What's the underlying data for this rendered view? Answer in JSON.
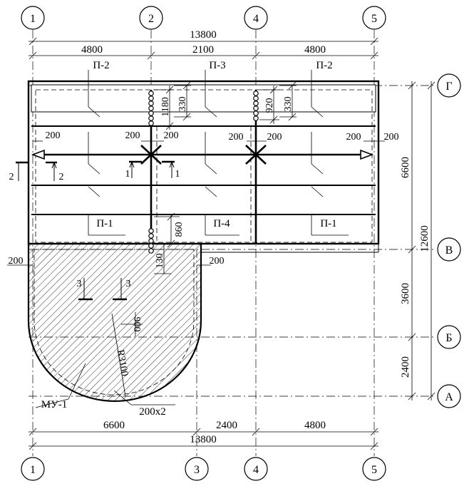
{
  "axes": {
    "top": [
      "1",
      "2",
      "4",
      "5"
    ],
    "bottom": [
      "1",
      "3",
      "4",
      "5"
    ],
    "right": [
      "Г",
      "В",
      "Б",
      "А"
    ]
  },
  "dims_top": {
    "overall": "13800",
    "spans": [
      "4800",
      "2100",
      "4800"
    ]
  },
  "dims_bottom": {
    "spans": [
      "6600",
      "2400",
      "4800"
    ],
    "overall": "13800"
  },
  "dims_right": {
    "upper": "6600",
    "lower_1": "3600",
    "lower_2": "2400",
    "overall": "12600"
  },
  "panels": {
    "top_left": "П-2",
    "top_mid": "П-3",
    "top_right": "П-2",
    "bottom_left": "П-1",
    "bottom_mid": "П-4",
    "bottom_right": "П-1"
  },
  "dims_small": {
    "d1180": "1180",
    "d330a": "330",
    "d920": "920",
    "d330b": "330",
    "d200_1": "200",
    "d200_2": "200",
    "d200_3": "200",
    "d200_4": "200",
    "d200_5": "200",
    "d200_6": "200",
    "d200_7": "200",
    "d860": "860",
    "d130": "130",
    "d200_left": "200",
    "d200_right": "200",
    "d900": "900"
  },
  "sections": {
    "s1a": "1",
    "s1b": "1",
    "s2a": "2",
    "s2b": "2",
    "s3a": "3",
    "s3b": "3"
  },
  "labels": {
    "radius": "R3100",
    "slab": "МУ-1",
    "rebar": "200x2"
  }
}
